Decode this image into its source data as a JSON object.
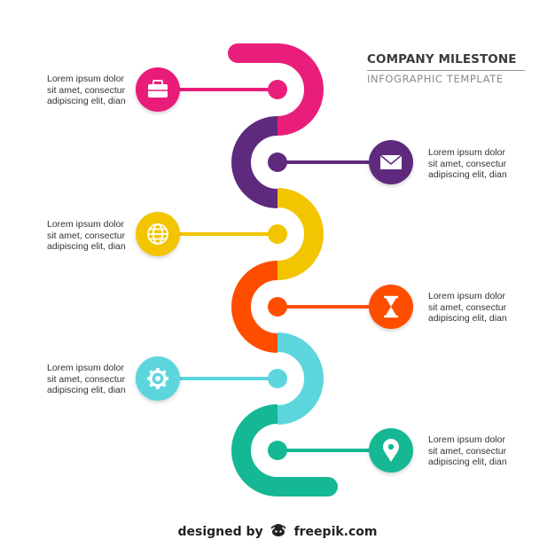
{
  "header": {
    "title": "COMPANY MILESTONE",
    "subtitle": "INFOGRAPHIC TEMPLATE"
  },
  "milestones": [
    {
      "lines": [
        "Lorem ipsum dolor",
        "sit amet, consectur",
        "adipiscing elit, dian"
      ],
      "icon": "briefcase-icon",
      "color": "#e91e7a",
      "side": "left"
    },
    {
      "lines": [
        "Lorem ipsum dolor",
        "sit amet, consectur",
        "adipiscing elit, dian"
      ],
      "icon": "envelope-icon",
      "color": "#5e2a7e",
      "side": "right"
    },
    {
      "lines": [
        "Lorem ipsum dolor",
        "sit amet, consectur",
        "adipiscing elit, dian"
      ],
      "icon": "globe-icon",
      "color": "#f2c500",
      "side": "left"
    },
    {
      "lines": [
        "Lorem ipsum dolor",
        "sit amet, consectur",
        "adipiscing elit, dian"
      ],
      "icon": "hourglass-icon",
      "color": "#ff4d00",
      "side": "right"
    },
    {
      "lines": [
        "Lorem ipsum dolor",
        "sit amet, consectur",
        "adipiscing elit, dian"
      ],
      "icon": "gear-icon",
      "color": "#5cd6dc",
      "side": "left"
    },
    {
      "lines": [
        "Lorem ipsum dolor",
        "sit amet, consectur",
        "adipiscing elit, dian"
      ],
      "icon": "map-pin-icon",
      "color": "#14b894",
      "side": "right"
    }
  ],
  "footer": {
    "prefix": "designed by",
    "brand": "freepik.com"
  }
}
